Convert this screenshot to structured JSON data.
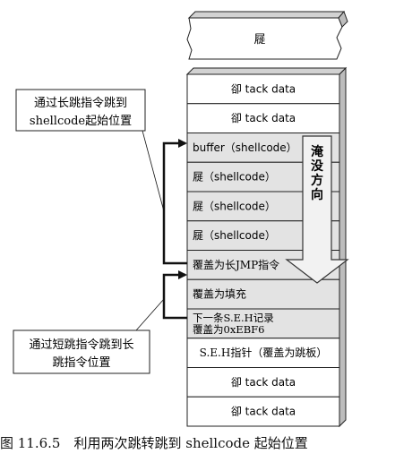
{
  "top_block": {
    "label": "屣"
  },
  "stack_cells": [
    {
      "label": "卻 tack data",
      "shade": "light",
      "font": "sans"
    },
    {
      "label": "卻 tack data",
      "shade": "light",
      "font": "sans"
    },
    {
      "label": "buffer（shellcode）",
      "shade": "dark",
      "font": "sans"
    },
    {
      "label": "屣（shellcode）",
      "shade": "dark",
      "font": "sans"
    },
    {
      "label": "屣（shellcode）",
      "shade": "dark",
      "font": "sans"
    },
    {
      "label": "屣（shellcode）",
      "shade": "dark",
      "font": "sans"
    },
    {
      "label": "覆盖为长JMP指令",
      "shade": "dark",
      "font": "serif"
    },
    {
      "label": "覆盖为填充",
      "shade": "dark",
      "font": "serif"
    },
    {
      "lines": [
        "下一条S.E.H记录",
        "覆盖为0xEBF6"
      ],
      "shade": "dark",
      "font": "serif"
    },
    {
      "label": "S.E.H指针（覆盖为跳板）",
      "shade": "light",
      "font": "serif"
    },
    {
      "label": "卻 tack data",
      "shade": "light",
      "font": "sans"
    },
    {
      "label": "卻 tack data",
      "shade": "light",
      "font": "sans"
    }
  ],
  "overflow_label": "淹没方向",
  "callout_long": [
    "通过长跳指令跳到",
    "shellcode起始位置"
  ],
  "callout_short": [
    "通过短跳指令跳到长",
    "跳指令位置"
  ],
  "caption": "图 11.6.5　利用两次跳转跳到 shellcode 起始位置",
  "colors": {
    "cell_light": "#ffffff",
    "cell_dark": "#e3e3e3",
    "side": "#bdbdbd",
    "top": "#d2d2d2",
    "stroke": "#222222"
  }
}
